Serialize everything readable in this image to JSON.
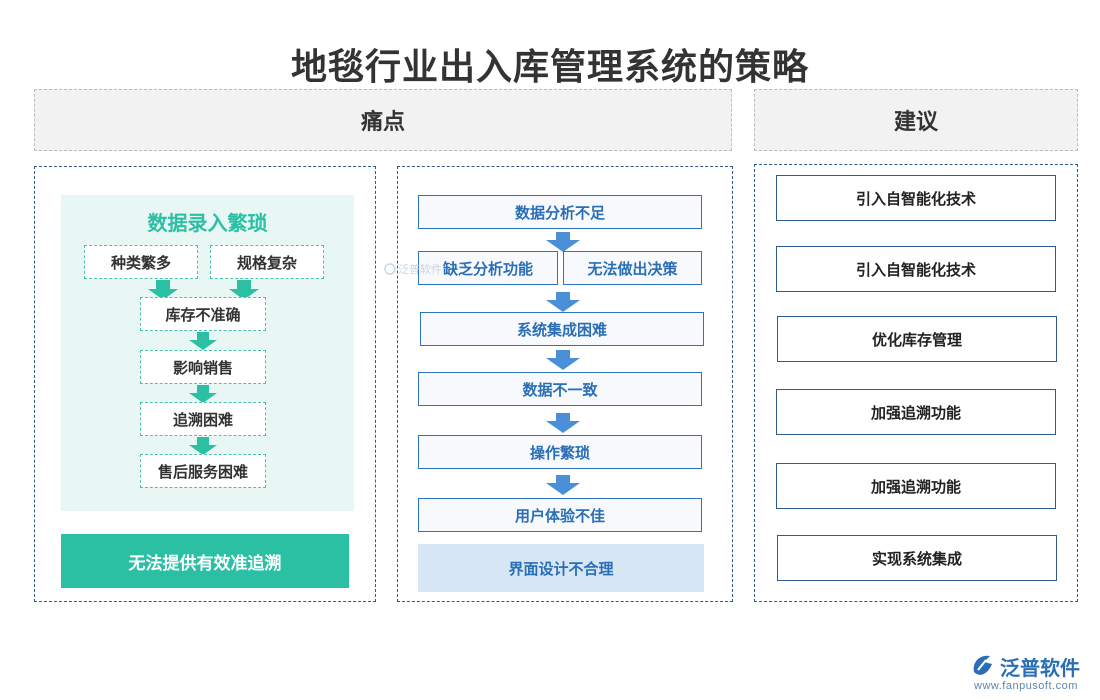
{
  "title": "地毯行业出入库管理系统的策略",
  "headers": {
    "pain": "痛点",
    "advice": "建议"
  },
  "left_panel": {
    "heading": "数据录入繁琐",
    "top_items": [
      "种类繁多",
      "规格复杂"
    ],
    "chain": [
      "库存不准确",
      "影响销售",
      "追溯困难",
      "售后服务困难"
    ],
    "footer": "无法提供有效准追溯"
  },
  "middle_panel": {
    "top": "数据分析不足",
    "pair": [
      "缺乏分析功能",
      "无法做出决策"
    ],
    "chain": [
      "系统集成困难",
      "数据不一致",
      "操作繁琐",
      "用户体验不佳"
    ],
    "footer": "界面设计不合理"
  },
  "suggestions": [
    "引入自智能化技术",
    "引入自智能化技术",
    "优化库存管理",
    "加强追溯功能",
    "加强追溯功能",
    "实现系统集成"
  ],
  "watermark": "泛普软件",
  "logo": {
    "name": "泛普软件",
    "url": "www.fanpusoft.com"
  },
  "colors": {
    "teal": "#2bbfa3",
    "blue": "#2e73bd",
    "navy": "#2f5a8c"
  }
}
